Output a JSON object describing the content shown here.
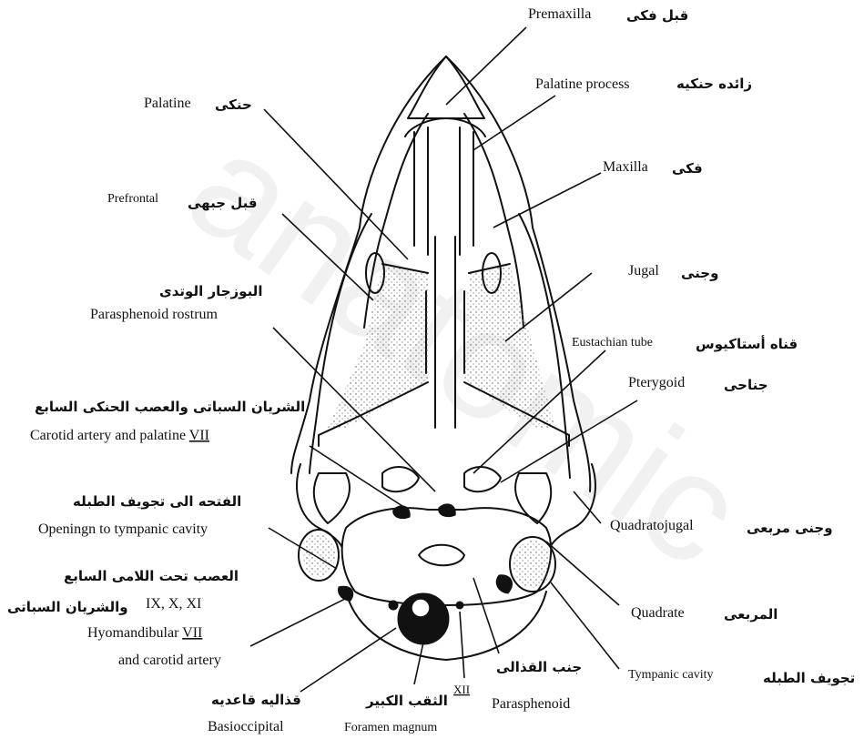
{
  "watermark": "anatomic",
  "labels": {
    "premaxilla": {
      "en": "Premaxilla",
      "ar": "قبل فکی"
    },
    "palatine_process": {
      "en": "Palatine process",
      "ar": "زائده حنکیه"
    },
    "palatine": {
      "en": "Palatine",
      "ar": "حنکی"
    },
    "maxilla": {
      "en": "Maxilla",
      "ar": "فکی"
    },
    "prefrontal": {
      "en": "Prefrontal",
      "ar": "قبل جبهی"
    },
    "jugal": {
      "en": "Jugal",
      "ar": "وجنی"
    },
    "parasphenoid_rostrum": {
      "en": "Parasphenoid rostrum",
      "ar": "البوزجار الوتدی"
    },
    "eustachian_tube": {
      "en": "Eustachian tube",
      "ar": "قناه أستاكيوس"
    },
    "pterygoid": {
      "en": "Pterygoid",
      "ar": "جناحی"
    },
    "carotid_palatine": {
      "en": "Carotid artery and palatine",
      "en_num": "VII",
      "ar": "الشريان السباتی والعصب الحنكی السابع"
    },
    "opening_tympanic": {
      "en": "Openingn to tympanic cavity",
      "ar": "الفتحه الی تجويف الطبله"
    },
    "quadratojugal": {
      "en": "Quadratojugal",
      "ar": "وجنی مربعی"
    },
    "hyomandibular": {
      "ar1": "العصب تحت اللامی السابع",
      "ar2": "والشريان السباتی",
      "nums": "IX, X, XI",
      "en1": "Hyomandibular",
      "en1_num": "VII",
      "en2": "and carotid artery"
    },
    "quadrate": {
      "en": "Quadrate",
      "ar": "المربعی"
    },
    "tympanic_cavity": {
      "en": "Tympanic cavity",
      "ar": "تجويف الطبله"
    },
    "parasphenoid": {
      "en": "Parasphenoid",
      "ar": "جنب القذالی"
    },
    "xii": {
      "en": "XII"
    },
    "foramen_magnum": {
      "en": "Foramen magnum",
      "ar": "الثقب الكبير"
    },
    "basioccipital": {
      "en": "Basioccipital",
      "ar": "قذالیه قاعدیه"
    }
  }
}
